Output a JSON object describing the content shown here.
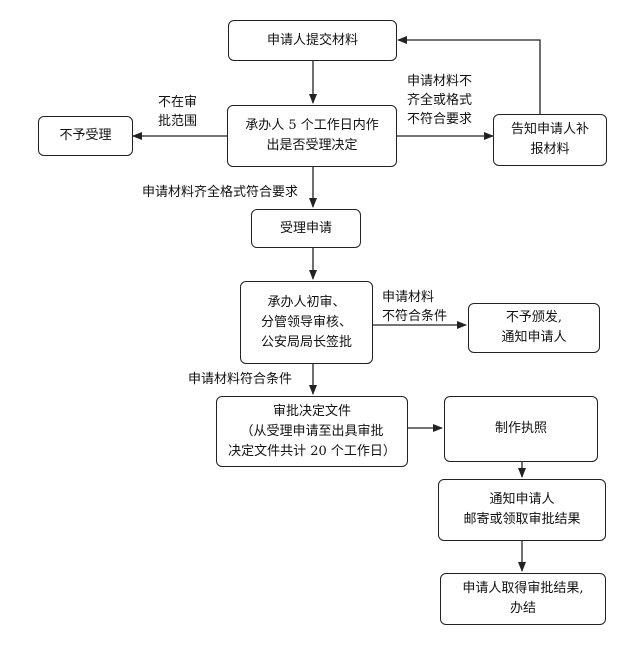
{
  "nodes": {
    "submit": [
      "申请人提交材料"
    ],
    "decide": [
      "承办人 5 个工作日内作",
      "出是否受理决定"
    ],
    "reject": [
      "不予受理"
    ],
    "notify_supplement": [
      "告知申请人补",
      "报材料"
    ],
    "accept": [
      "受理申请"
    ],
    "review": [
      "承办人初审、",
      "分管领导审核、",
      "公安局局长签批"
    ],
    "not_issue": [
      "不予颁发,",
      "通知申请人"
    ],
    "approval_doc": [
      "审批决定文件",
      "（从受理申请至出具审批",
      "决定文件共计 20 个工作日）"
    ],
    "make_license": [
      "制作执照"
    ],
    "notify_applicant": [
      "通知申请人",
      "邮寄或领取审批结果"
    ],
    "obtain": [
      "申请人取得审批结果,",
      "办结"
    ]
  },
  "edge_labels": {
    "not_in_scope": [
      "不在审",
      "批范围"
    ],
    "incomplete": [
      "申请材料不",
      "齐全或格式",
      "不符合要求"
    ],
    "complete": [
      "申请材料齐全格式符合要求"
    ],
    "not_meet": [
      "申请材料",
      "不符合条件"
    ],
    "meet": [
      "申请材料符合条件"
    ]
  }
}
